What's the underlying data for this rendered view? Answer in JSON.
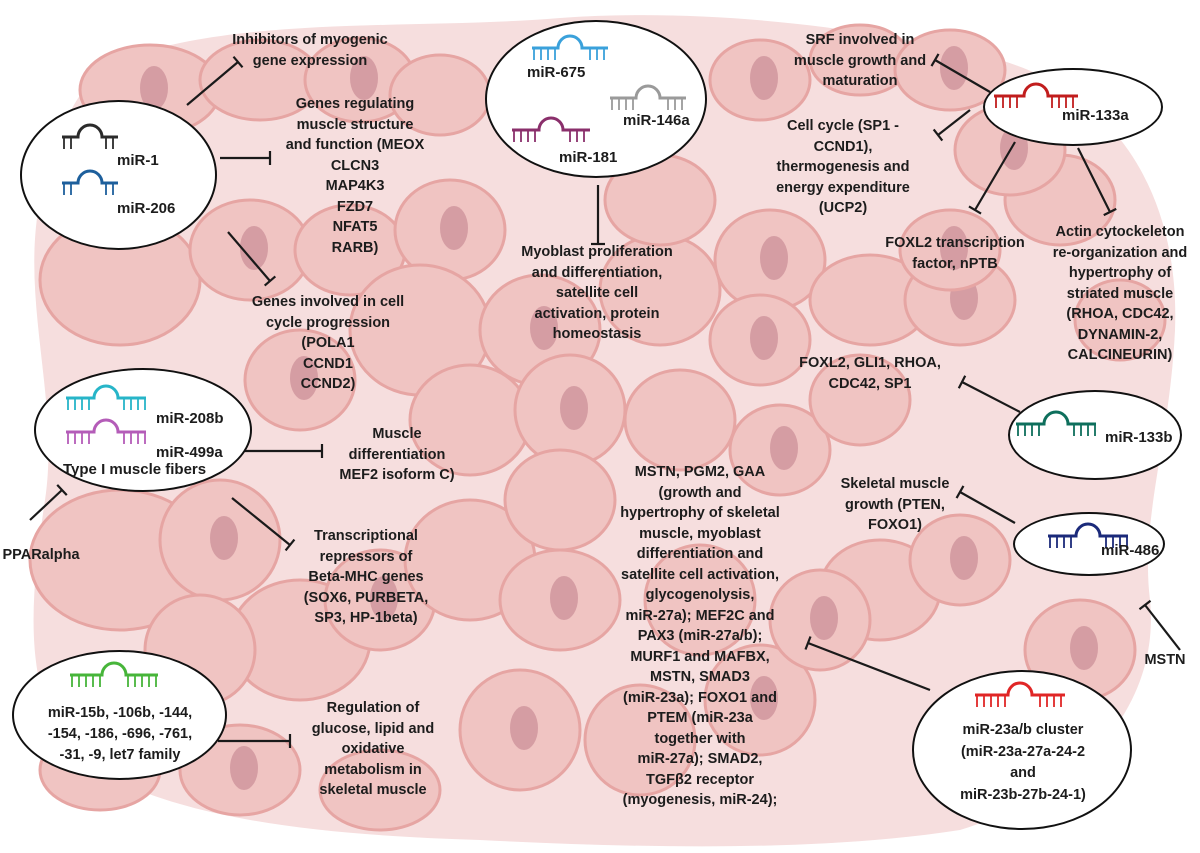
{
  "colors": {
    "background_tissue": "#f6dede",
    "cell_fill": "#f0c4c2",
    "cell_border": "#e6a5a3",
    "nucleus": "#d59da3",
    "inhibitor_line": "#1a1a1a"
  },
  "clusters": {
    "mir1_206": {
      "mirnas": [
        {
          "label": "miR-1",
          "color": "#2b2b2b"
        },
        {
          "label": "miR-206",
          "color": "#1d5f9c"
        }
      ]
    },
    "mir675_group": {
      "mirnas": [
        {
          "label": "miR-675",
          "color": "#3aa1db"
        },
        {
          "label": "miR-146a",
          "color": "#9a9a9a"
        },
        {
          "label": "miR-181",
          "color": "#8a2f6b"
        }
      ]
    },
    "mir133a": {
      "mirnas": [
        {
          "label": "miR-133a",
          "color": "#c11d1d"
        }
      ]
    },
    "mir208_499": {
      "mirnas": [
        {
          "label": "miR-208b",
          "color": "#27b5c8"
        },
        {
          "label": "miR-499a",
          "color": "#b45cb8"
        }
      ],
      "note": "Type I muscle fibers"
    },
    "mir133b": {
      "mirnas": [
        {
          "label": "miR-133b",
          "color": "#0e6f5c"
        }
      ]
    },
    "mir486": {
      "mirnas": [
        {
          "label": "miR-486",
          "color": "#1b2a7a"
        }
      ]
    },
    "mir15b_group": {
      "color": "#47b53a",
      "text": "miR-15b, -106b, -144,\n-154, -186, -696, -761,\n-31, -9, let7 family"
    },
    "mir23_cluster": {
      "color": "#e02626",
      "text": "miR-23a/b cluster\n(miR-23a-27a-24-2\nand\nmiR-23b-27b-24-1)"
    }
  },
  "targets": {
    "inhibitors_myogenic": "Inhibitors of myogenic\ngene expression",
    "genes_structure": "Genes regulating\nmuscle structure\nand function (MEOX\nCLCN3\nMAP4K3\nFZD7\nNFAT5\nRARB)",
    "cell_cycle_genes": "Genes involved in cell\ncycle progression\n(POLA1\nCCND1\nCCND2)",
    "myoblast_prolif": "Myoblast proliferation\nand differentiation,\nsatellite cell\nactivation, protein\nhomeostasis",
    "srf": "SRF involved in\nmuscle growth and\nmaturation",
    "cell_cycle_sp1": "Cell cycle (SP1 -\nCCND1),\nthermogenesis and\nenergy expenditure\n(UCP2)",
    "foxl2_nptb": "FOXL2 transcription\nfactor, nPTB",
    "actin": "Actin cytockeleton\nre-organization and\nhypertrophy of\nstriated muscle\n(RHOA, CDC42,\nDYNAMIN-2,\nCALCINEURIN)",
    "foxl2_gli1": "FOXL2, GLI1, RHOA,\nCDC42, SP1",
    "muscle_diff": "Muscle\ndifferentiation\nMEF2 isoform C)",
    "transcriptional_repressors": "Transcriptional\nrepressors of\nBeta-MHC genes\n(SOX6, PURBETA,\nSP3, HP-1beta)",
    "skeletal_growth": "Skeletal muscle\ngrowth (PTEN,\nFOXO1)",
    "mstn_block": "MSTN, PGM2, GAA\n(growth and\nhypertrophy of skeletal\nmuscle, myoblast\ndifferentiation and\nsatellite cell activation,\nglycogenolysis,\nmiR-27a); MEF2C and\nPAX3 (miR-27a/b);\nMURF1 and MAFBX,\nMSTN, SMAD3\n(miR-23a); FOXO1 and\nPTEM (miR-23a\ntogether with\nmiR-27a); SMAD2,\nTGFβ2 receptor\n(myogenesis, miR-24);",
    "regulation_glucose": "Regulation of\nglucose, lipid and\noxidative\nmetabolism in\nskeletal muscle"
  },
  "regulators": {
    "ppar": "PPARalpha",
    "mstn": "MSTN"
  }
}
